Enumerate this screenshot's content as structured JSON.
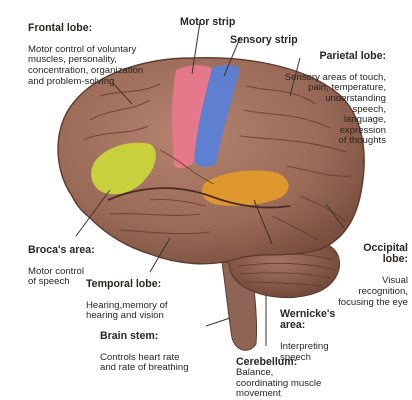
{
  "colors": {
    "brain": "#9a6a57",
    "brain_dark": "#6f4637",
    "motor_strip": "#e8788c",
    "sensory_strip": "#5b7fd6",
    "brocas_area": "#c9d63a",
    "wernickes_area": "#e29a2b",
    "leader_line": "#3a3330"
  },
  "labels": {
    "frontal": {
      "title": "Frontal lobe:",
      "desc": "Motor control of voluntary\nmuscles, personality,\nconcentration, organization\nand problem-solving"
    },
    "motor": {
      "title": "Motor strip"
    },
    "sensory": {
      "title": "Sensory strip"
    },
    "parietal": {
      "title": "Parietal lobe:",
      "desc": "Sensory areas of touch,\npain, temperature,\nunderstanding\nspeech,\nlanguage,\nexpression\nof thoughts"
    },
    "broca": {
      "title": "Broca's area:",
      "desc": "Motor control\nof speech"
    },
    "occipital": {
      "title": "Occipital\nlobe:",
      "desc": "Visual\nrecognition,\nfocusing the eye"
    },
    "temporal": {
      "title": "Temporal lobe:",
      "desc": "Hearing,memory of\nhearing and vision"
    },
    "wernicke": {
      "title": "Wernicke's\narea:",
      "desc": "Interpreting\nspeech"
    },
    "brainstem": {
      "title": "Brain stem:",
      "desc": "Controls heart rate\nand rate of breathing"
    },
    "cerebellum": {
      "title": "Cerebellum:",
      "desc": "Balance,\ncoordinating muscle\nmovement"
    }
  }
}
